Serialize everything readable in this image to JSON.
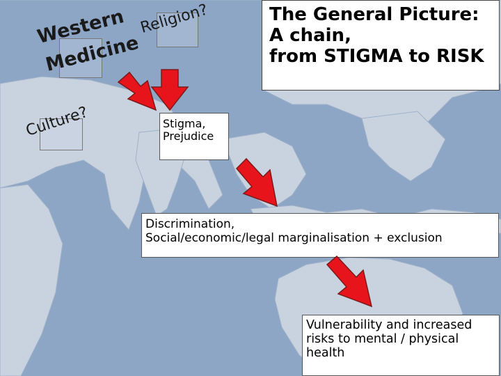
{
  "title": {
    "line1": "The General Picture:",
    "line2": "A chain,",
    "line3": "from STIGMA to RISK"
  },
  "labels": {
    "western": "Western",
    "medicine": "Medicine",
    "religion": "Religion?",
    "culture": "Culture?"
  },
  "chain": {
    "stigma_line1": "Stigma,",
    "stigma_line2": "Prejudice",
    "discrimination_line1": "Discrimination,",
    "discrimination_line2": "Social/economic/legal marginalisation + exclusion",
    "vulnerability_line1": "Vulnerability and increased",
    "vulnerability_line2": "risks to mental / physical",
    "vulnerability_line3": "health"
  },
  "colors": {
    "arrow_fill": "#e8141b",
    "arrow_stroke": "#7a1a1a",
    "ocean": "#8ea6c6",
    "land": "#c9d3df"
  }
}
